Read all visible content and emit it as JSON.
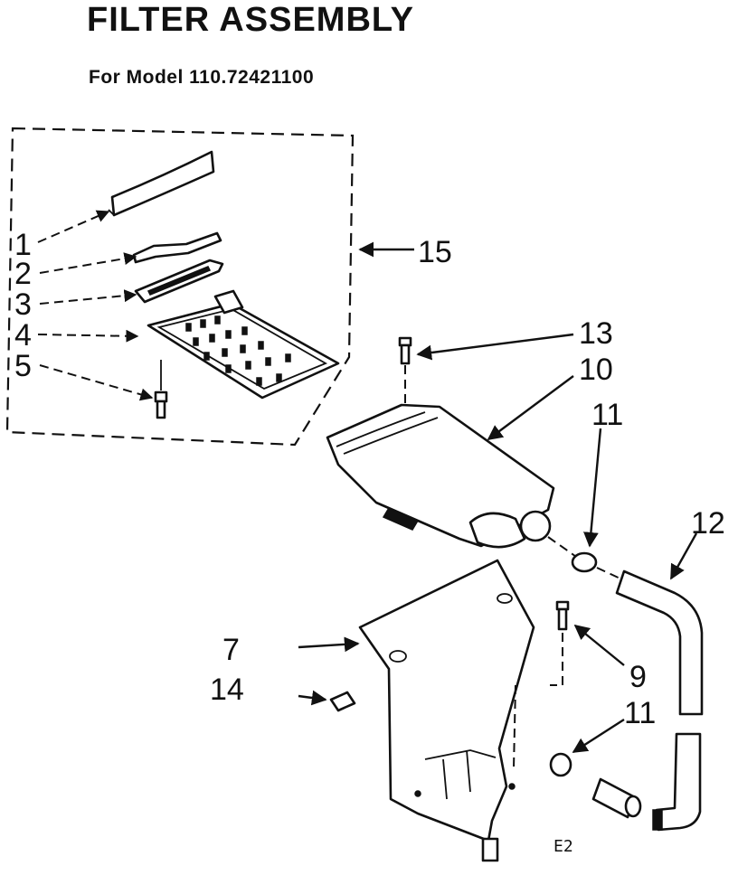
{
  "header": {
    "title": "FILTER ASSEMBLY",
    "subtitle": "For Model 110.72421100"
  },
  "callouts": {
    "c1": "1",
    "c2": "2",
    "c3": "3",
    "c4": "4",
    "c5": "5",
    "c15": "15",
    "c13": "13",
    "c10": "10",
    "c11a": "11",
    "c12": "12",
    "c7": "7",
    "c14": "14",
    "c9": "9",
    "c11b": "11"
  },
  "footer": {
    "code": "E2"
  }
}
